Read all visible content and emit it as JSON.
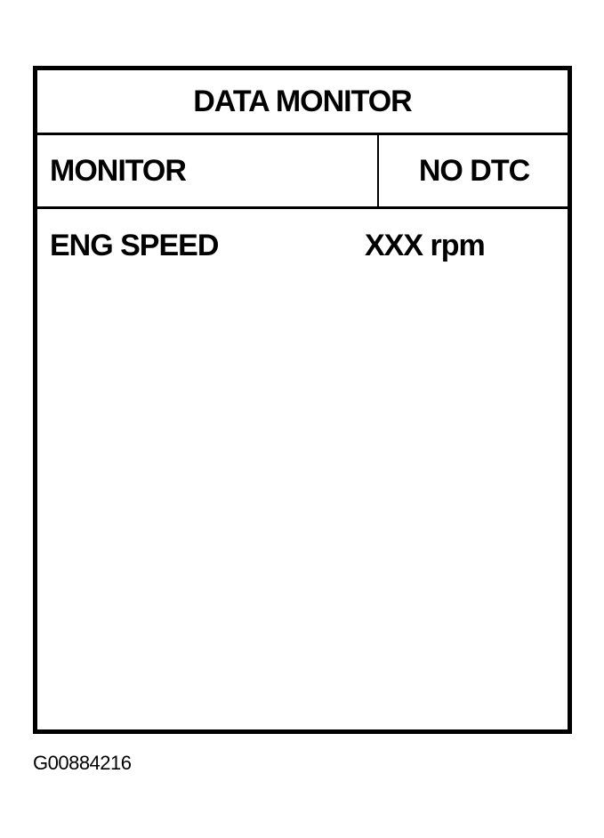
{
  "screen": {
    "title": "DATA MONITOR",
    "header": {
      "left": "MONITOR",
      "right": "NO DTC"
    },
    "rows": [
      {
        "label": "ENG SPEED",
        "value": "XXX rpm"
      }
    ]
  },
  "figure_id": "G00884216",
  "colors": {
    "foreground": "#000000",
    "background": "#ffffff"
  }
}
